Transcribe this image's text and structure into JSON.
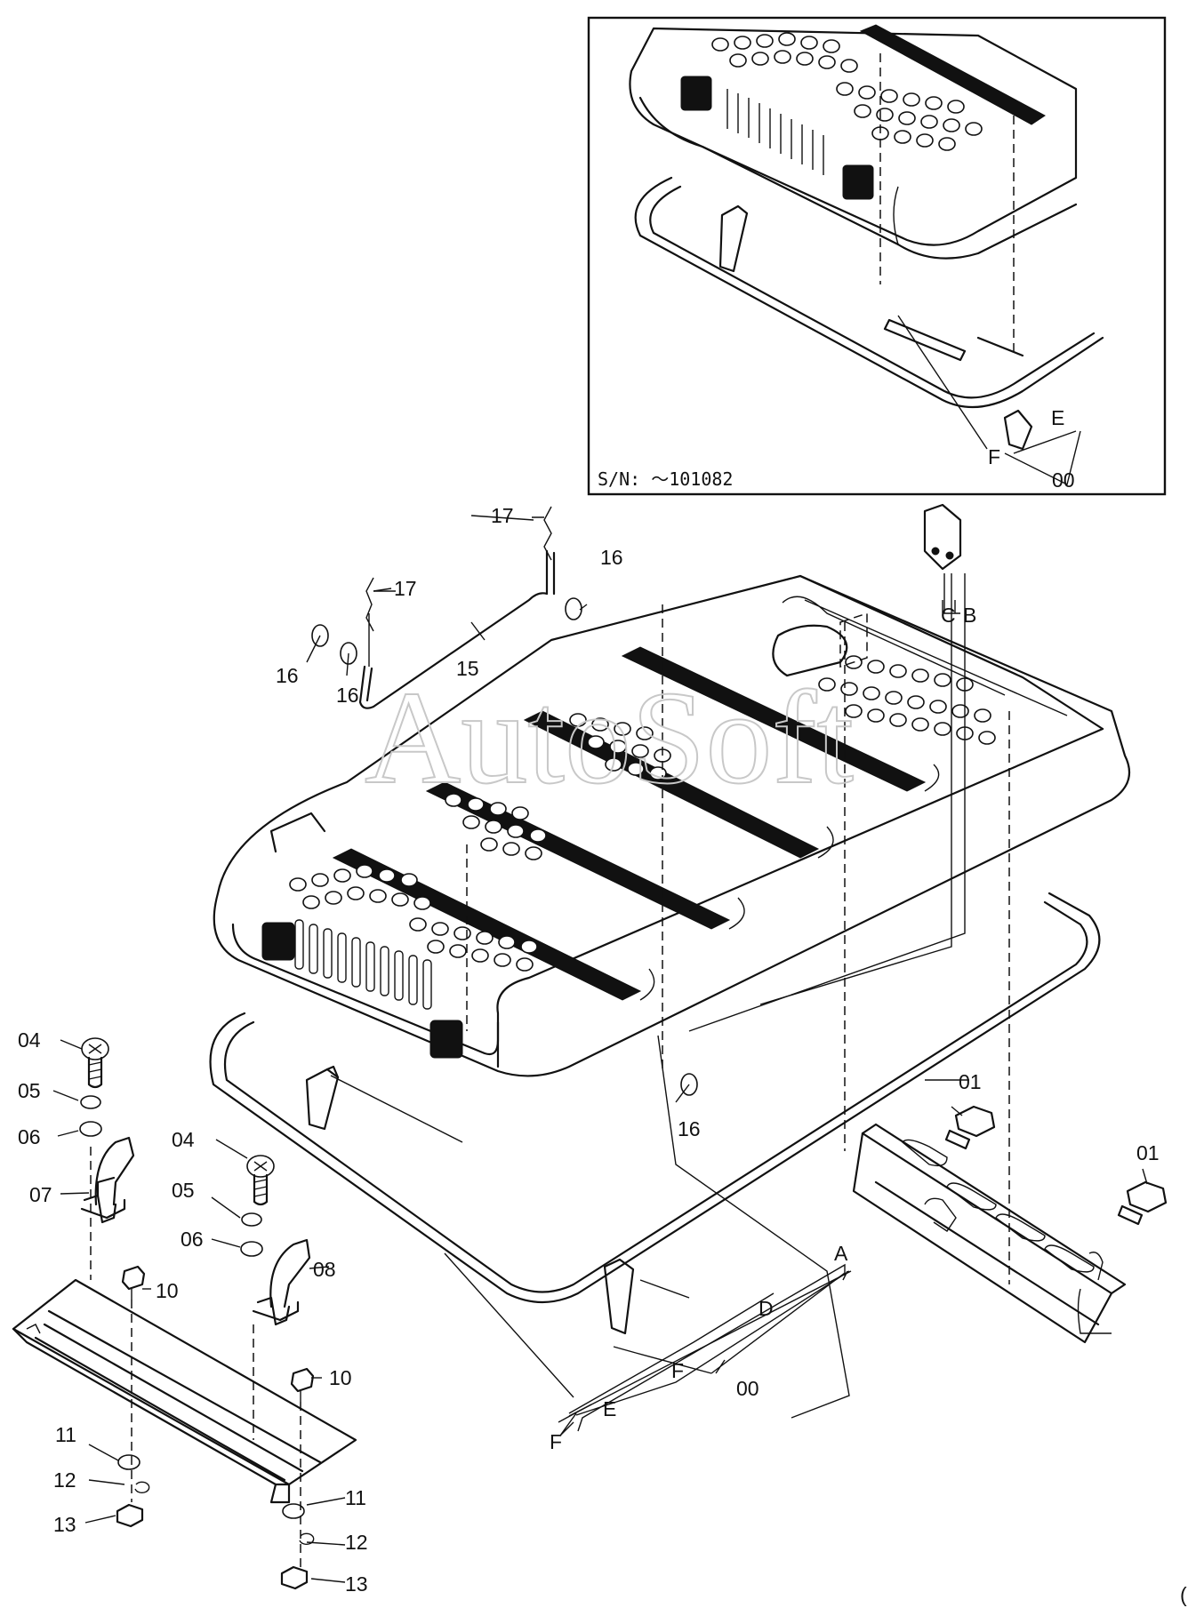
{
  "watermark": "AutoSoft",
  "inset": {
    "caption": "S/N: ～101082",
    "labels": {
      "e": "E",
      "f": "F",
      "assembly": "00"
    }
  },
  "callouts": {
    "c00": "00",
    "c01": "01",
    "c04": "04",
    "c05": "05",
    "c06": "06",
    "c07": "07",
    "c08": "08",
    "c10": "10",
    "c11": "11",
    "c12": "12",
    "c13": "13",
    "c15": "15",
    "c16": "16",
    "c17": "17",
    "a": "A",
    "b": "B",
    "c": "C",
    "d": "D",
    "e": "E",
    "f": "F"
  },
  "page_marker": "("
}
